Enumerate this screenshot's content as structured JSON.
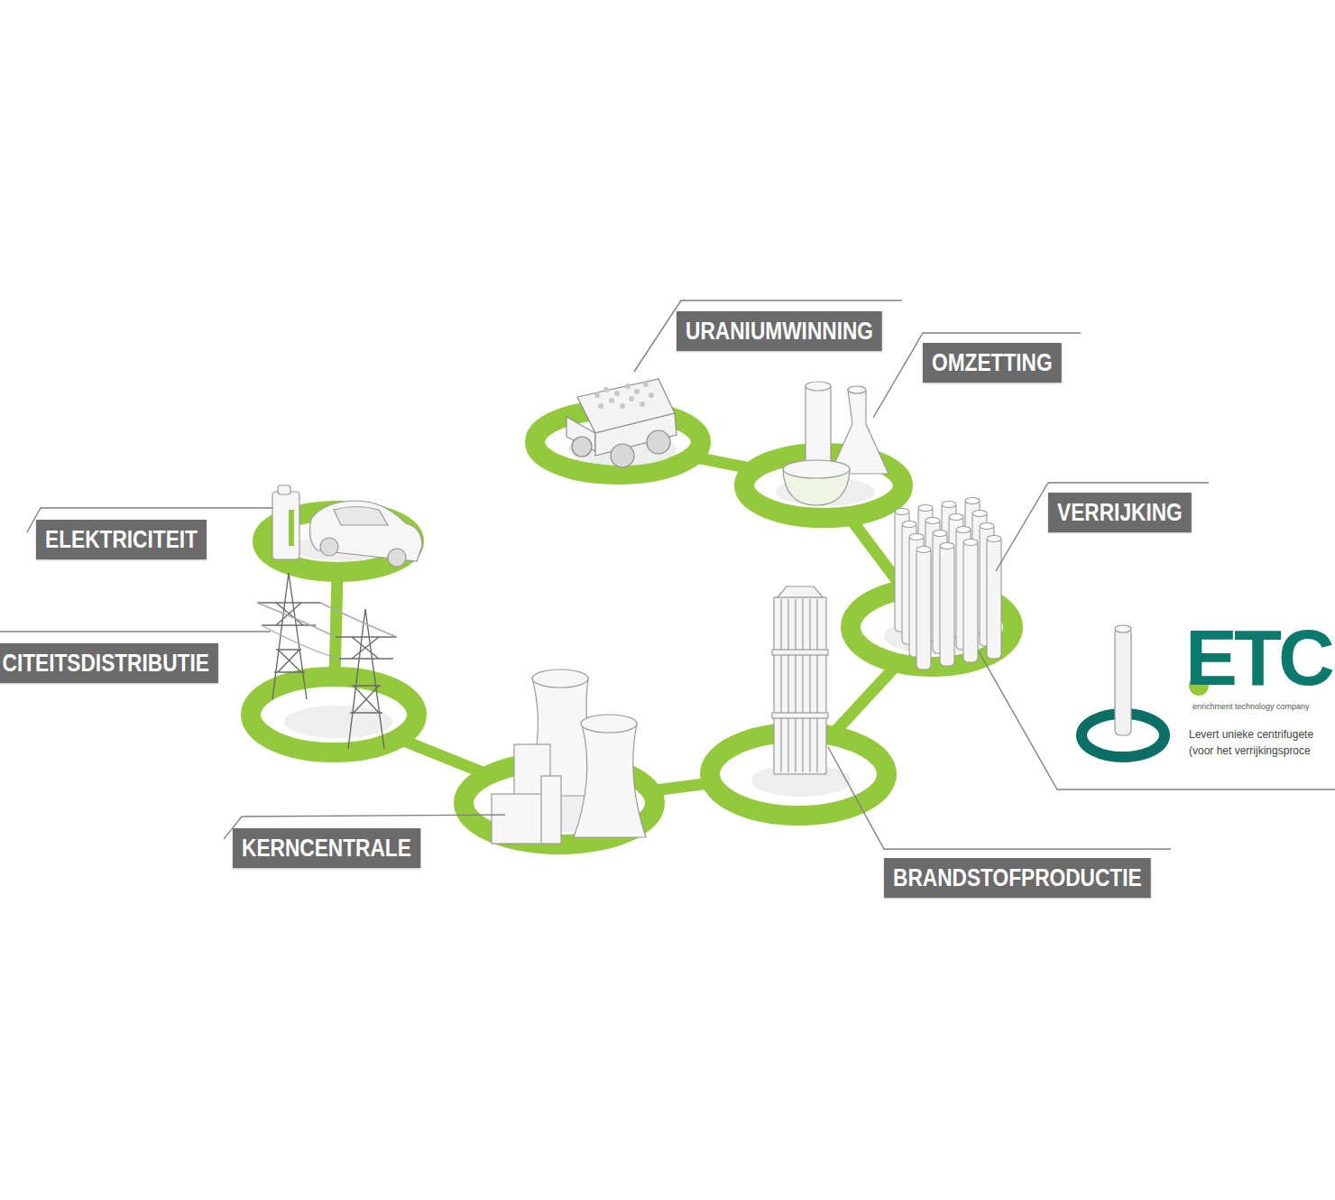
{
  "diagram": {
    "nodes": [
      {
        "text": [
          "URANIUMWINNING"
        ]
      },
      {
        "text": [
          "OMZETTING"
        ]
      },
      {
        "text": [
          "VERRIJKING"
        ]
      },
      {
        "text": [
          "BRANDSTOFPRODUCTIE"
        ]
      },
      {
        "text": [
          "KERNCENTRALE"
        ]
      },
      {
        "text": [
          "CITEITSDISTRIBUTIE"
        ]
      },
      {
        "text": [
          "ELEKTRICITEIT"
        ]
      }
    ],
    "labels": [
      "ETC",
      "enrichment technology company",
      "Levert unieke centrifugete",
      "(voor het verrijkingsproce"
    ]
  }
}
